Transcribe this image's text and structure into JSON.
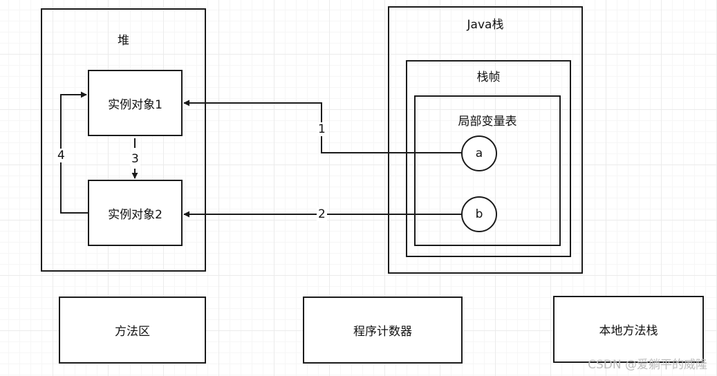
{
  "heap": {
    "title": "堆",
    "object1": "实例对象1",
    "object2": "实例对象2"
  },
  "java_stack": {
    "title": "Java栈",
    "frame_title": "栈帧",
    "locals_title": "局部变量表",
    "var_a": "a",
    "var_b": "b"
  },
  "arrows": {
    "a_to_object1": "1",
    "b_to_object2": "2",
    "object1_to_object2": "3",
    "object2_to_object1": "4"
  },
  "bottom": {
    "method_area": "方法区",
    "program_counter": "程序计数器",
    "native_stack": "本地方法栈"
  },
  "watermark": "CSDN @爱躺平的威隆"
}
